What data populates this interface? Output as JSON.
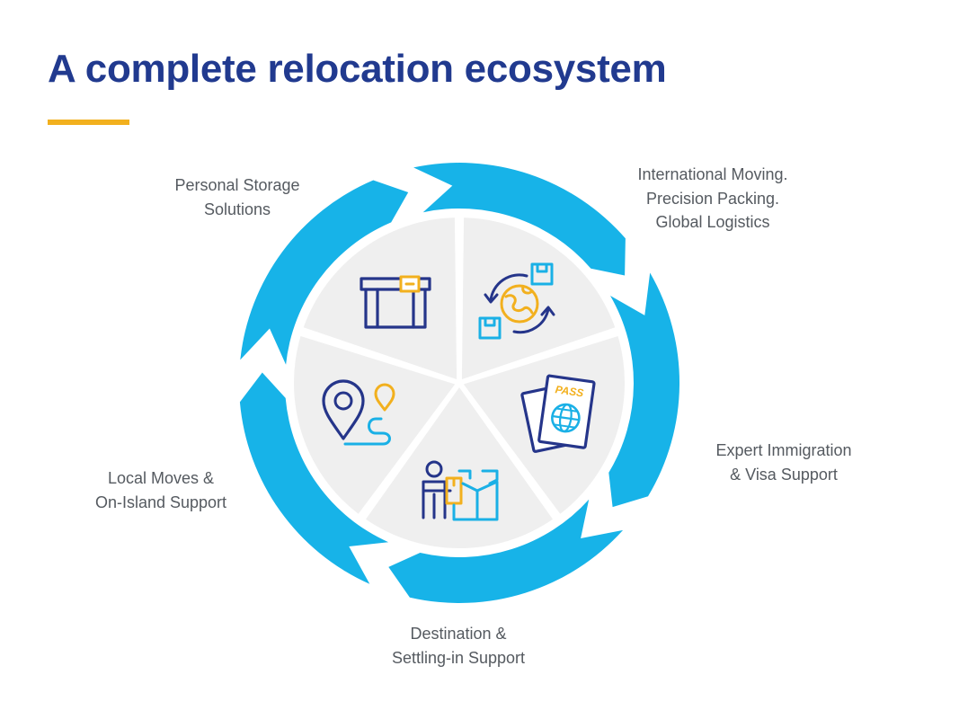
{
  "title": "A complete relocation ecosystem",
  "colors": {
    "title": "#213a8f",
    "accent_underline": "#f2b01e",
    "arrow_blue": "#17b3e8",
    "segment_fill": "#efefef",
    "icon_navy": "#25358a",
    "icon_yellow": "#f2b01e",
    "icon_light_blue": "#1ab0e6",
    "label_text": "#555a60"
  },
  "segments": [
    {
      "icon": "storage-box-icon",
      "label_lines": [
        "Personal Storage",
        "Solutions"
      ]
    },
    {
      "icon": "global-logistics-icon",
      "label_lines": [
        "International Moving.",
        "Precision Packing.",
        "Global Logistics"
      ]
    },
    {
      "icon": "passport-icon",
      "label_lines": [
        "Expert Immigration",
        "& Visa Support"
      ]
    },
    {
      "icon": "mover-with-boxes-icon",
      "label_lines": [
        "Destination &",
        "Settling-in Support"
      ]
    },
    {
      "icon": "location-route-icon",
      "label_lines": [
        "Local Moves &",
        "On-Island Support"
      ]
    }
  ],
  "passport_text": "PASS"
}
